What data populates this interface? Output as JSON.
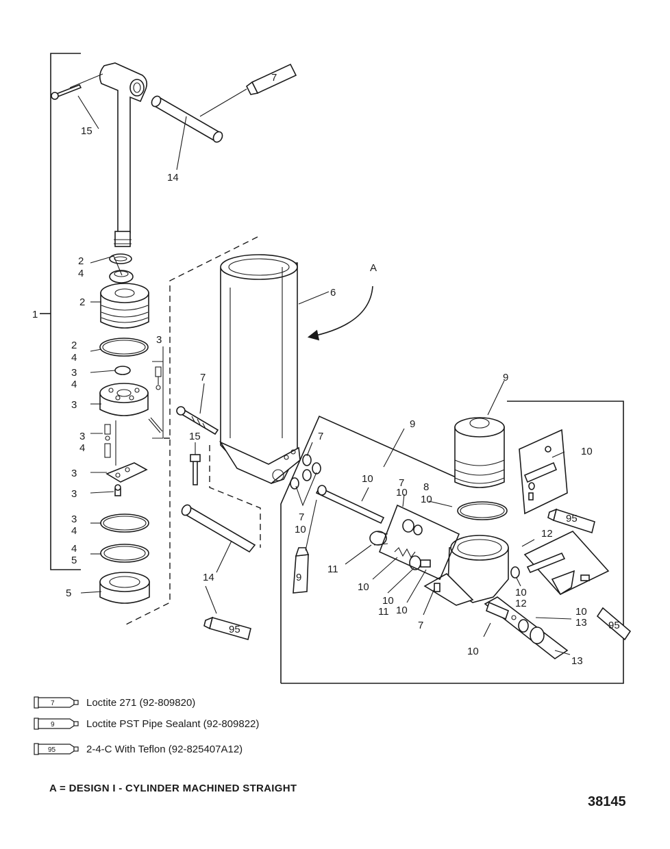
{
  "callouts": {
    "c1": "1",
    "c2a": "2",
    "c2b": "4",
    "c3": "2",
    "c4a": "2",
    "c4b": "4",
    "c5a": "3",
    "c5b": "4",
    "c6": "3",
    "c7a": "3",
    "c7b": "4",
    "c8": "3",
    "c9": "3",
    "c10a": "3",
    "c10b": "4",
    "c11a": "4",
    "c11b": "5",
    "c12": "5",
    "c13": "3",
    "c14": "15",
    "c15": "14",
    "c16": "6",
    "cA": "A",
    "c17": "7",
    "c18": "15",
    "c19": "14",
    "c20": "9",
    "c21": "9",
    "c22": "10",
    "c23a": "7",
    "c23b": "10",
    "c24": "7",
    "c25": "10",
    "c26a": "7",
    "c26b": "10",
    "c27a": "8",
    "c27b": "10",
    "c28": "12",
    "c29": "11",
    "c30": "10",
    "c31a": "10",
    "c31b": "11",
    "c32": "10",
    "c33": "7",
    "c34a": "10",
    "c34b": "12",
    "c35a": "10",
    "c35b": "13",
    "c36": "10",
    "c37": "13"
  },
  "tubes": {
    "t1": "7",
    "t2": "95",
    "t3": "9",
    "t4": "95",
    "t5": "95"
  },
  "legend": [
    {
      "num": "7",
      "text": "Loctite 271 (92-809820)"
    },
    {
      "num": "9",
      "text": "Loctite PST Pipe Sealant (92-809822)"
    },
    {
      "num": "95",
      "text": "2-4-C  With Teflon (92-825407A12)"
    }
  ],
  "note": "A = DESIGN I - CYLINDER MACHINED STRAIGHT",
  "figure_number": "38145"
}
